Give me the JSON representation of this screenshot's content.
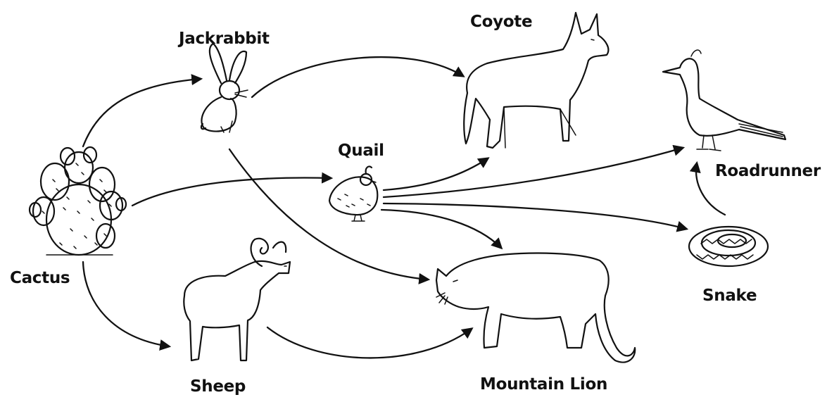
{
  "organisms": {
    "cactus": "Cactus",
    "jackrabbit": "Jackrabbit",
    "sheep": "Sheep",
    "quail": "Quail",
    "coyote": "Coyote",
    "mountain_lion": "Mountain Lion",
    "roadrunner": "Roadrunner",
    "snake": "Snake"
  },
  "icons": [
    "cactus-icon",
    "jackrabbit-icon",
    "quail-icon",
    "sheep-icon",
    "coyote-icon",
    "mountain-lion-icon",
    "roadrunner-icon",
    "snake-icon"
  ],
  "edges": [
    [
      "Cactus",
      "Jackrabbit"
    ],
    [
      "Cactus",
      "Quail"
    ],
    [
      "Cactus",
      "Sheep"
    ],
    [
      "Jackrabbit",
      "Coyote"
    ],
    [
      "Jackrabbit",
      "Mountain Lion"
    ],
    [
      "Quail",
      "Coyote"
    ],
    [
      "Quail",
      "Roadrunner"
    ],
    [
      "Quail",
      "Mountain Lion"
    ],
    [
      "Quail",
      "Snake"
    ],
    [
      "Sheep",
      "Mountain Lion"
    ],
    [
      "Snake",
      "Roadrunner"
    ]
  ]
}
